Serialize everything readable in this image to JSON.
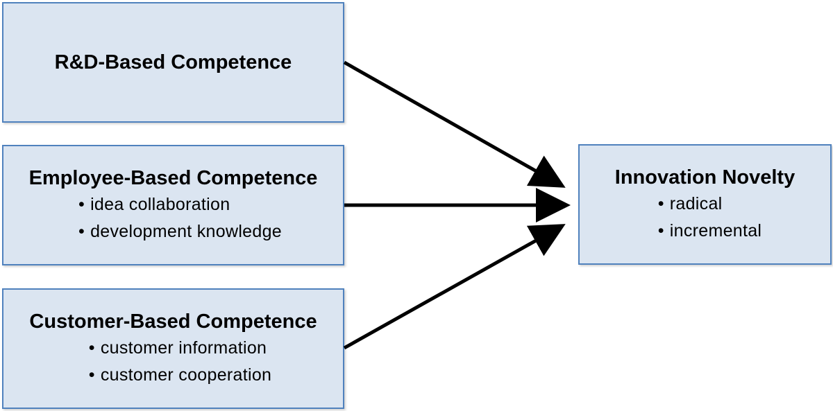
{
  "boxes": {
    "rd": {
      "title": "R&D-Based Competence"
    },
    "employee": {
      "title": "Employee-Based Competence",
      "items": [
        "idea collaboration",
        "development knowledge"
      ]
    },
    "customer": {
      "title": "Customer-Based Competence",
      "items": [
        "customer information",
        "customer cooperation"
      ]
    },
    "innovation": {
      "title": "Innovation Novelty",
      "items": [
        "radical",
        "incremental"
      ]
    }
  },
  "colors": {
    "box_fill": "#dbe5f1",
    "box_border": "#4f81bd",
    "arrow": "#000000"
  }
}
